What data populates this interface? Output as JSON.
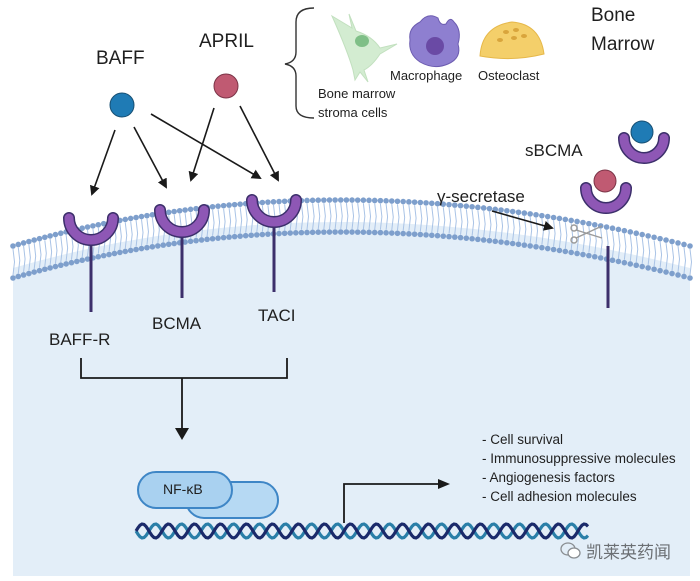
{
  "title": "BAFF / APRIL signaling through BAFF-R, BCMA and TACI in the bone marrow",
  "ligands": [
    {
      "name": "BAFF",
      "color": "#1f7bb5"
    },
    {
      "name": "APRIL",
      "color": "#c05a72"
    }
  ],
  "source_cells": {
    "items": [
      {
        "label": "Bone marrow stroma cells",
        "line1": "Bone marrow",
        "line2": "stroma cells",
        "color": "#cfe8cc"
      },
      {
        "label": "Macrophage",
        "color": "#8b77c9"
      },
      {
        "label": "Osteoclast",
        "color": "#f2cc62"
      }
    ],
    "region_label_line1": "Bone",
    "region_label_line2": "Marrow"
  },
  "receptors": [
    {
      "name": "BAFF-R",
      "binds": [
        "BAFF"
      ]
    },
    {
      "name": "BCMA",
      "binds": [
        "BAFF",
        "APRIL"
      ]
    },
    {
      "name": "TACI",
      "binds": [
        "BAFF",
        "APRIL"
      ]
    }
  ],
  "receptor_color": "#8e57b5",
  "soluble": {
    "label": "sBCMA",
    "enzyme_label": "γ-secretase"
  },
  "membrane": {
    "head_color": "#7e9fcc",
    "tail_color": "#a9c3e6",
    "interior_color": "#e3eef8"
  },
  "transcription": {
    "factor_label": "NF-κB",
    "factor_color": "#a9d1f0",
    "outputs": [
      "- Cell survival",
      "- Immunosuppressive molecules",
      "- Angiogenesis factors",
      "- Cell adhesion molecules"
    ],
    "dna_colors": [
      "#1b2a6b",
      "#2a7fa8"
    ]
  },
  "watermark": "凯莱英药闻"
}
